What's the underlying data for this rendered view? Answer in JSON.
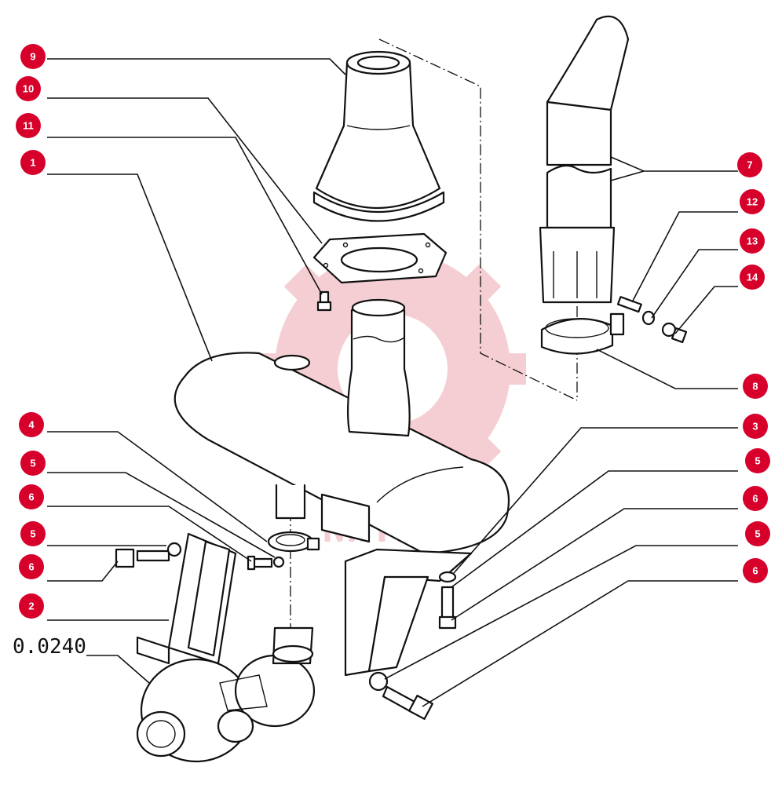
{
  "diagram": {
    "drawing_code": "0.0240",
    "watermark": "MITEX",
    "colors": {
      "callout_fill": "#d6002a",
      "callout_text": "#ffffff",
      "watermark": "#f3c6cc"
    },
    "callouts": [
      "9",
      "10",
      "11",
      "1",
      "4",
      "5",
      "6",
      "5",
      "6",
      "2",
      "7",
      "12",
      "13",
      "14",
      "8",
      "3",
      "5",
      "6",
      "5",
      "6"
    ]
  }
}
